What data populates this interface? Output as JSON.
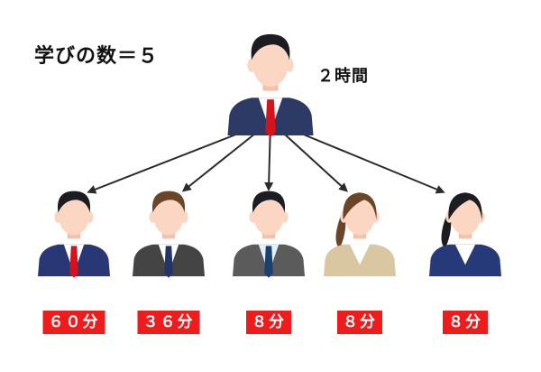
{
  "title": "学びの数＝５",
  "teacher": {
    "time_label": "２時間",
    "suit": "#2e3a66",
    "tie": "#d4141c"
  },
  "learners": [
    {
      "time": "６０分",
      "suit": "#2a3775",
      "tie": "#d4141c",
      "hair": "short",
      "shirt": "#ffffff"
    },
    {
      "time": "３６分",
      "suit": "#444444",
      "tie": "#243466",
      "hair": "brown",
      "shirt": "#ffffff"
    },
    {
      "time": "８分",
      "suit": "#5b5b5b",
      "tie": "#1b3f6e",
      "hair": "short",
      "shirt": "#dff3fb"
    },
    {
      "time": "８分",
      "suit": "#d8c7a0",
      "tie": "",
      "hair": "ponytail-brown",
      "shirt": "#ffffff"
    },
    {
      "time": "８分",
      "suit": "#263a7a",
      "tie": "",
      "hair": "ponytail-black",
      "shirt": "#ffffff"
    }
  ],
  "colors": {
    "skin": "#fbd6c3",
    "hair_dark": "#1c1c22",
    "hair_brown": "#6b4528",
    "badge": "#ee1c1c",
    "arrow": "#2b2b2b"
  }
}
